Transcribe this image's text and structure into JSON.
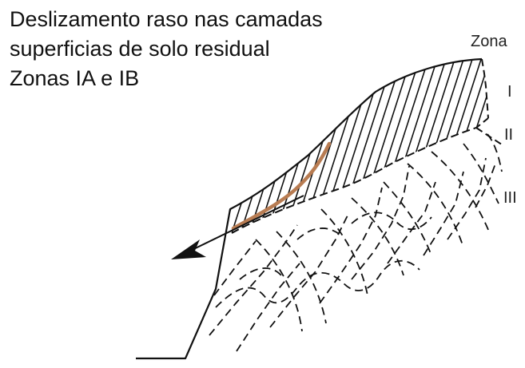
{
  "title_lines": [
    "Deslizamento raso nas camadas",
    "superficias de solo residual",
    "Zonas IA e IB"
  ],
  "zones": {
    "header": "Zona",
    "labels": [
      "I",
      "II",
      "III"
    ]
  },
  "colors": {
    "line": "#111111",
    "slip_surface": "#b87c52"
  }
}
